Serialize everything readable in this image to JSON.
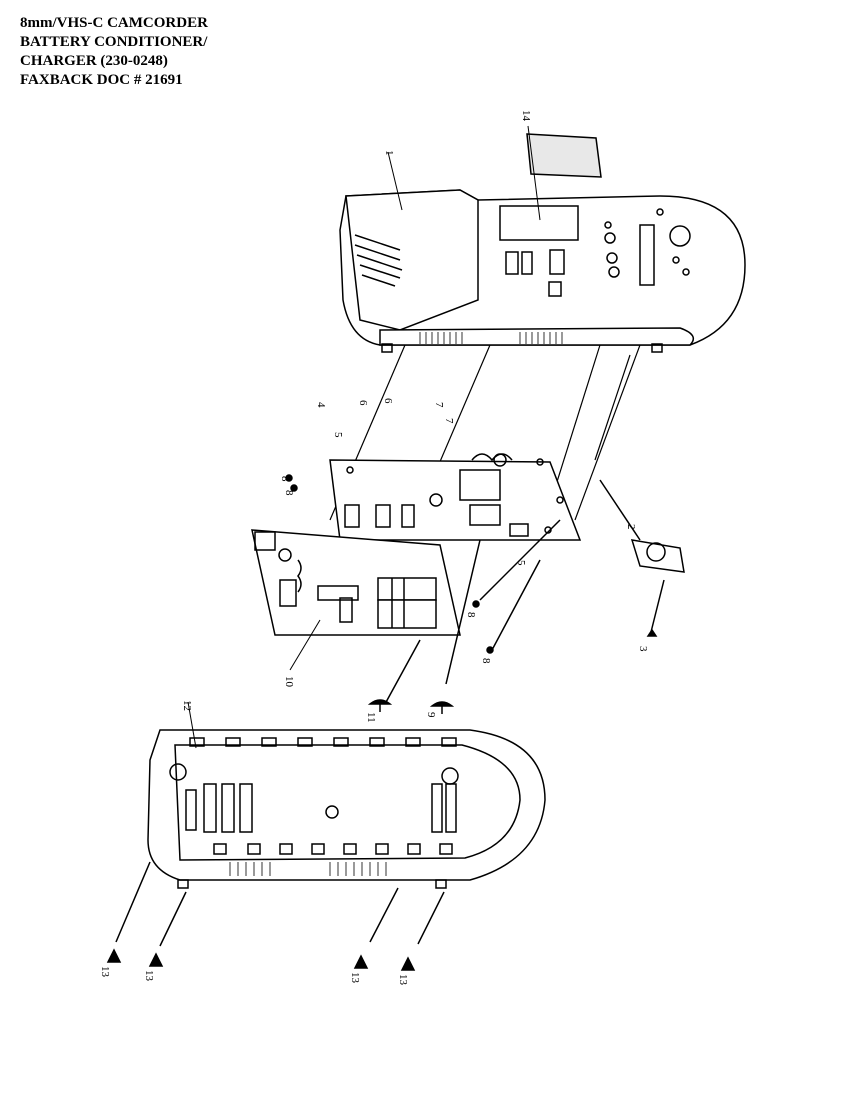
{
  "header": {
    "line1": "8mm/VHS-C CAMCORDER",
    "line2": "BATTERY CONDITIONER/",
    "line3": "CHARGER  (230-0248)",
    "line4": "FAXBACK DOC # 21691"
  },
  "callouts": {
    "c1": "1",
    "c2": "2",
    "c3": "3",
    "c4": "4",
    "c5a": "5",
    "c5b": "5",
    "c6a": "6",
    "c6b": "6",
    "c7a": "7",
    "c7b": "7",
    "c8a": "8",
    "c8b": "8",
    "c8c": "8",
    "c8d": "8",
    "c9": "9",
    "c10": "10",
    "c11": "11",
    "c12": "12",
    "c13a": "13",
    "c13b": "13",
    "c13c": "13",
    "c13d": "13",
    "c14": "14"
  }
}
